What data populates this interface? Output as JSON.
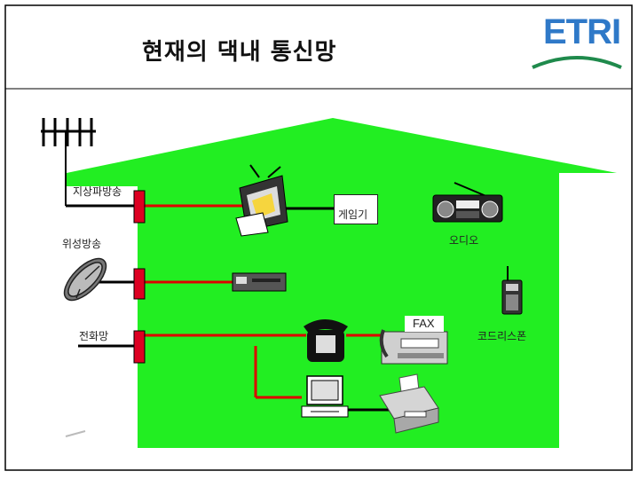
{
  "title": "현재의 댁내 통신망",
  "logo": {
    "text": "ETRI",
    "text_color": "#2f79c8",
    "arc_color": "#1f8a4c"
  },
  "colors": {
    "house": "#22ee22",
    "line_red": "#dd0000",
    "line_black": "#000000",
    "connector": "#dd0022"
  },
  "labels": {
    "terrestrial": "지상파방송",
    "satellite": "위성방송",
    "telephone_net": "전화망",
    "game": "게임기",
    "audio": "오디오",
    "cordless": "코드리스폰",
    "fax": "FAX"
  }
}
